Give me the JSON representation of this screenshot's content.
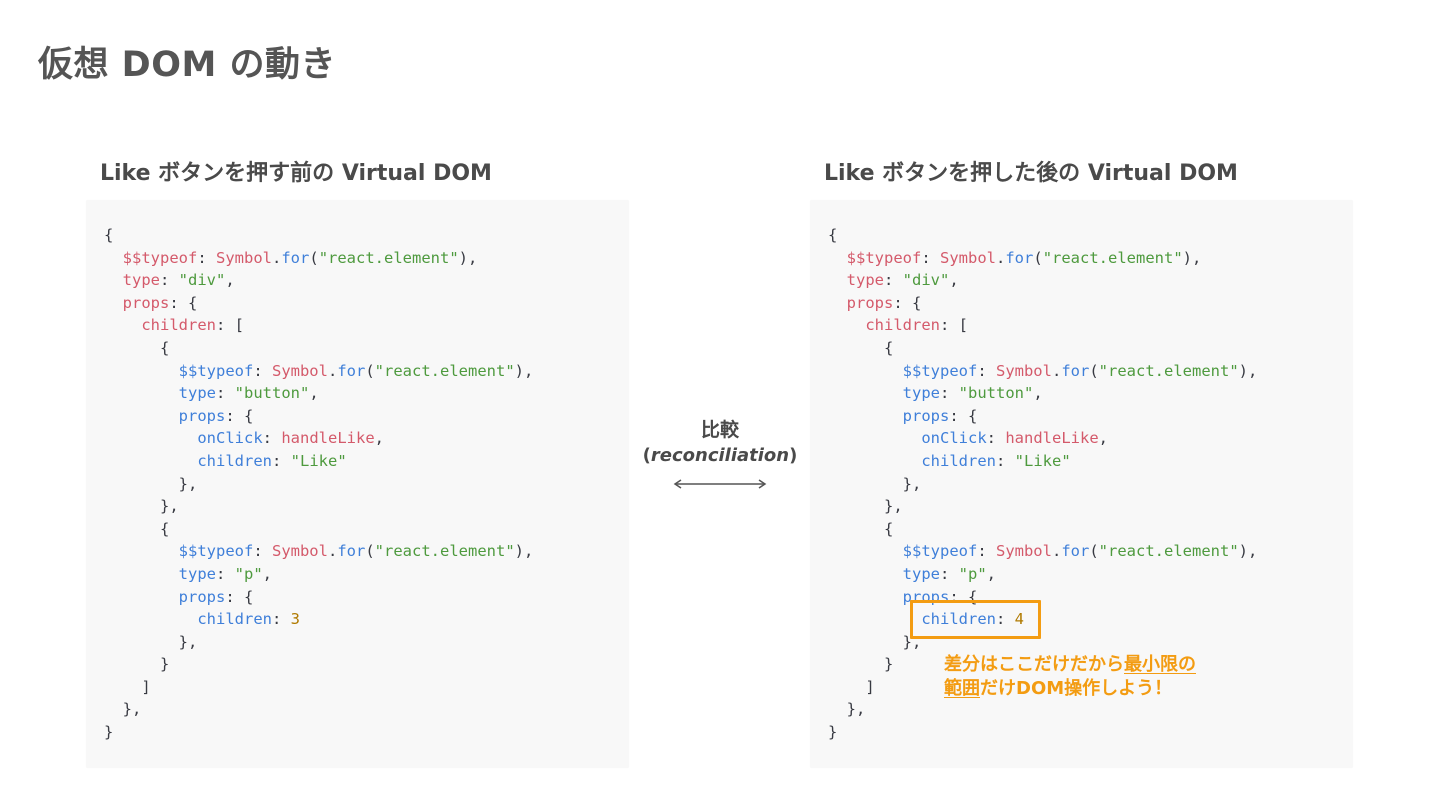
{
  "title": "仮想 DOM の動き",
  "left_panel": {
    "heading": "Like ボタンを押す前の Virtual DOM",
    "children_value": "3"
  },
  "right_panel": {
    "heading": "Like ボタンを押した後の Virtual DOM",
    "children_value": "4"
  },
  "compare": {
    "label": "比較",
    "paren_open": "(",
    "term": "reconciliation",
    "paren_close": ")"
  },
  "note": {
    "part1": "差分はここだけだから",
    "part2_underlined": "最小限の",
    "part3_underlined": "範囲",
    "part4": "だけDOM操作しよう！"
  },
  "code": {
    "open_brace": "{",
    "typeof_key": "$$typeof",
    "symbol": "Symbol",
    "for_fn": "for",
    "react_element": "\"react.element\"",
    "type_key": "type",
    "div_str": "\"div\"",
    "props_key": "props",
    "children_key": "children",
    "button_str": "\"button\"",
    "onclick_key": "onClick",
    "handler": "handleLike",
    "like_str": "\"Like\"",
    "p_str": "\"p\""
  },
  "colors": {
    "accent": "#f39c12",
    "key_red": "#d45a6b",
    "key_blue": "#3f7fd9",
    "string_green": "#4e9a3e",
    "number": "#b07a00"
  }
}
